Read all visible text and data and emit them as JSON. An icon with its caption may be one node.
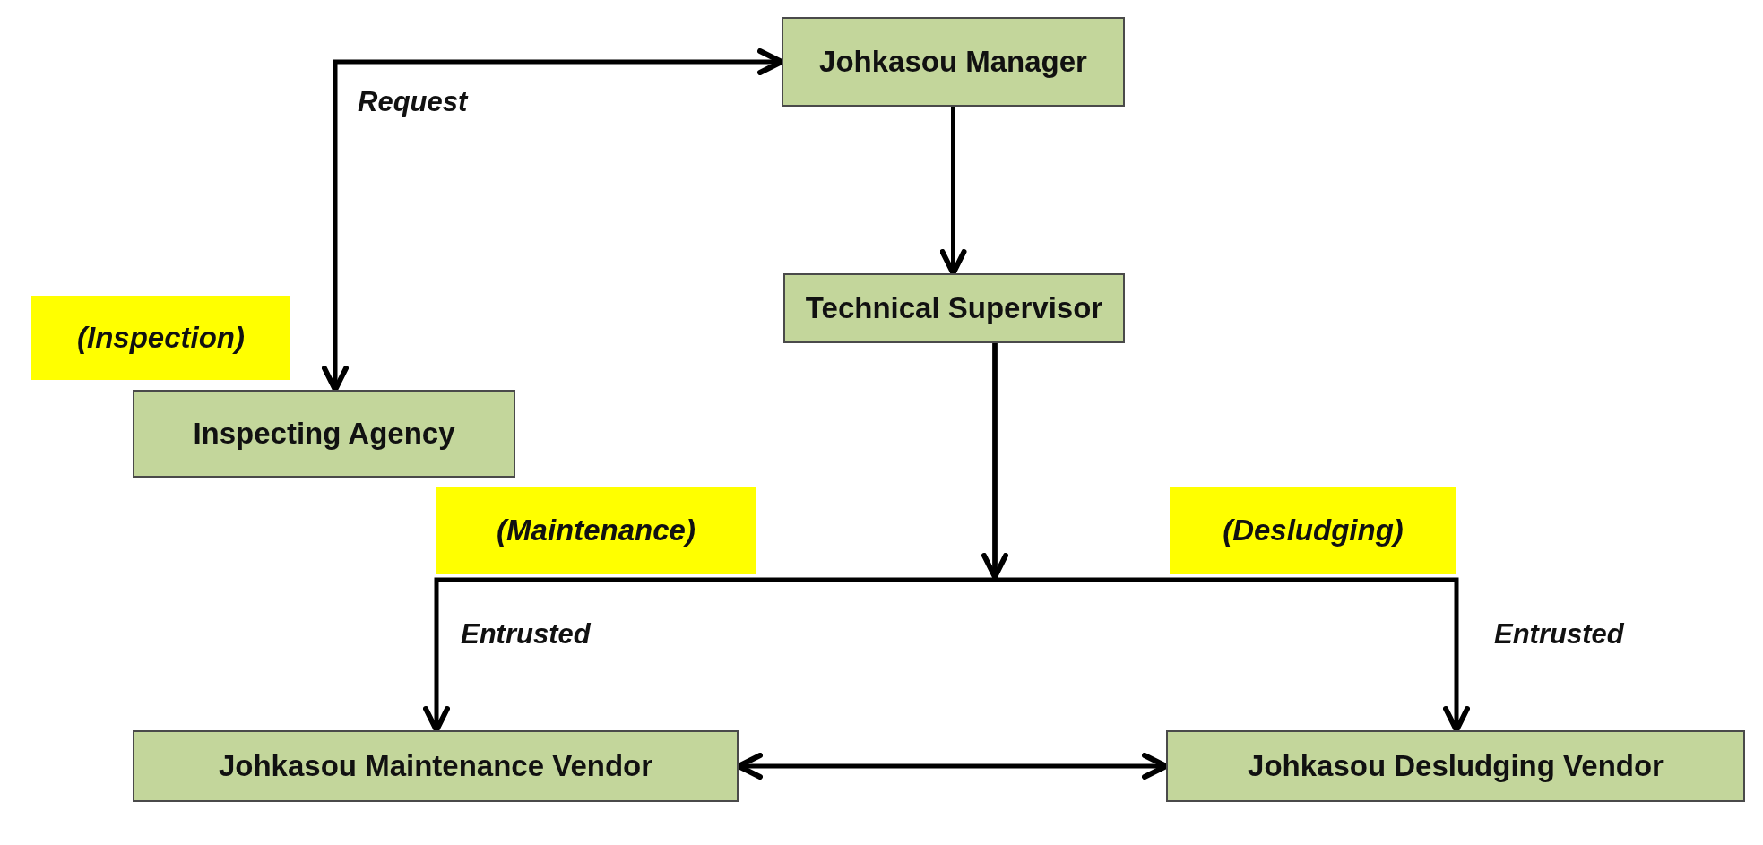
{
  "diagram": {
    "nodes": [
      {
        "text": [
          "Johkasou Manager"
        ]
      },
      {
        "text": [
          "Technical Supervisor"
        ]
      },
      {
        "text": [
          "Inspecting Agency"
        ],
        "beside": [
          "(Inspection)"
        ]
      },
      {
        "text": [
          "Johkasou Maintenance Vendor"
        ]
      },
      {
        "text": [
          "Johkasou Desludging Vendor"
        ]
      }
    ],
    "edges": [
      {
        "from": 0,
        "to": 2,
        "arrow": "both",
        "label": "Request"
      },
      {
        "from": 0,
        "to": 1,
        "arrow": "to"
      },
      {
        "from": 1,
        "to": 3,
        "arrow": "to",
        "label": "Entrusted"
      },
      {
        "from": 1,
        "to": 4,
        "arrow": "to",
        "label": "Entrusted"
      },
      {
        "from": 3,
        "to": 4,
        "arrow": "both"
      }
    ],
    "labels": [
      "(Maintenance)",
      "(Desludging)"
    ]
  }
}
